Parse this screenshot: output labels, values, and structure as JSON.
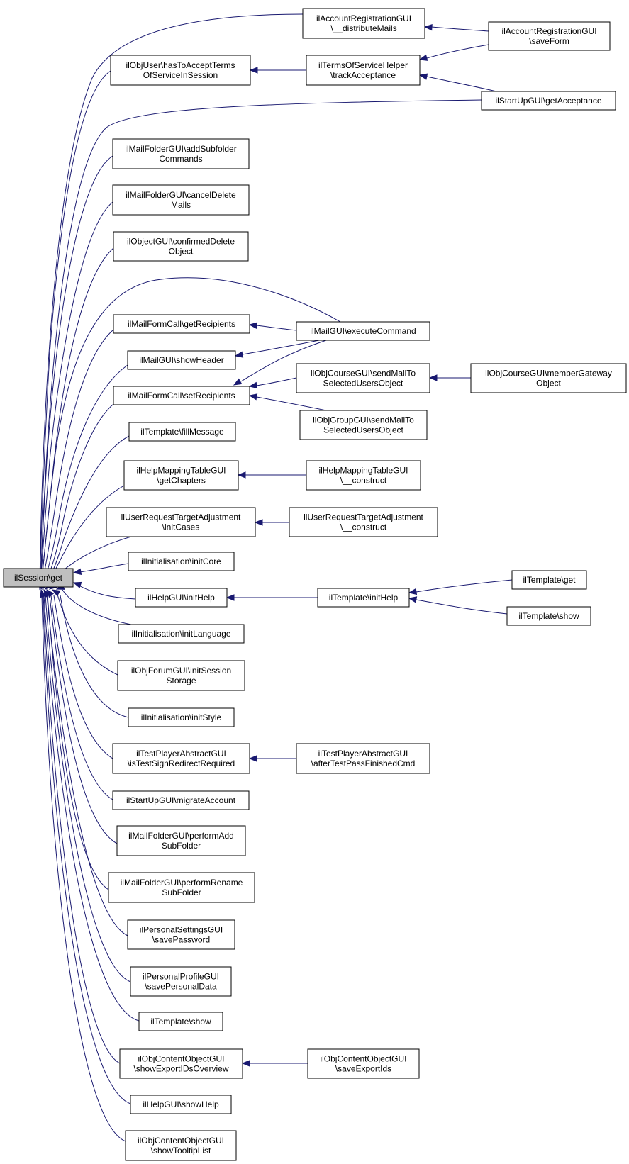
{
  "colors": {
    "edge": "#191970",
    "focus_fill": "#bfbfbf",
    "box_stroke": "#000000"
  },
  "nodes": {
    "session_get": [
      "ilSession\\get"
    ],
    "acct_distribute": [
      "ilAccountRegistrationGUI",
      "\\__distributeMails"
    ],
    "acct_saveform": [
      "ilAccountRegistrationGUI",
      "\\saveForm"
    ],
    "objuser_terms": [
      "ilObjUser\\hasToAcceptTerms",
      "OfServiceInSession"
    ],
    "tos_track": [
      "ilTermsOfServiceHelper",
      "\\trackAcceptance"
    ],
    "startup_accept": [
      "ilStartUpGUI\\getAcceptance"
    ],
    "mf_addsub": [
      "ilMailFolderGUI\\addSubfolder",
      "Commands"
    ],
    "mf_canceldel": [
      "ilMailFolderGUI\\cancelDelete",
      "Mails"
    ],
    "objgui_confirm": [
      "ilObjectGUI\\confirmedDelete",
      "Object"
    ],
    "mfc_getrec": [
      "ilMailFormCall\\getRecipients"
    ],
    "mailgui_exec": [
      "ilMailGUI\\executeCommand"
    ],
    "mailgui_header": [
      "ilMailGUI\\showHeader"
    ],
    "mfc_setrec": [
      "ilMailFormCall\\setRecipients"
    ],
    "course_sendmail": [
      "ilObjCourseGUI\\sendMailTo",
      "SelectedUsersObject"
    ],
    "course_member": [
      "ilObjCourseGUI\\memberGateway",
      "Object"
    ],
    "group_sendmail": [
      "ilObjGroupGUI\\sendMailTo",
      "SelectedUsersObject"
    ],
    "tpl_fillmsg": [
      "ilTemplate\\fillMessage"
    ],
    "helpmap_chapters": [
      "ilHelpMappingTableGUI",
      "\\getChapters"
    ],
    "helpmap_construct": [
      "ilHelpMappingTableGUI",
      "\\__construct"
    ],
    "urta_initcases": [
      "ilUserRequestTargetAdjustment",
      "\\initCases"
    ],
    "urta_construct": [
      "ilUserRequestTargetAdjustment",
      "\\__construct"
    ],
    "init_core": [
      "ilInitialisation\\initCore"
    ],
    "helpgui_inithelp": [
      "ilHelpGUI\\initHelp"
    ],
    "tpl_inithelp": [
      "ilTemplate\\initHelp"
    ],
    "tpl_get": [
      "ilTemplate\\get"
    ],
    "tpl_show_r": [
      "ilTemplate\\show"
    ],
    "init_lang": [
      "ilInitialisation\\initLanguage"
    ],
    "forum_session": [
      "ilObjForumGUI\\initSession",
      "Storage"
    ],
    "init_style": [
      "ilInitialisation\\initStyle"
    ],
    "tp_signredirect": [
      "ilTestPlayerAbstractGUI",
      "\\isTestSignRedirectRequired"
    ],
    "tp_afterpass": [
      "ilTestPlayerAbstractGUI",
      "\\afterTestPassFinishedCmd"
    ],
    "startup_migrate": [
      "ilStartUpGUI\\migrateAccount"
    ],
    "mf_performadd": [
      "ilMailFolderGUI\\performAdd",
      "SubFolder"
    ],
    "mf_performrename": [
      "ilMailFolderGUI\\performRename",
      "SubFolder"
    ],
    "ps_savepw": [
      "ilPersonalSettingsGUI",
      "\\savePassword"
    ],
    "pp_savedata": [
      "ilPersonalProfileGUI",
      "\\savePersonalData"
    ],
    "tpl_show_l": [
      "ilTemplate\\show"
    ],
    "coo_exportids": [
      "ilObjContentObjectGUI",
      "\\showExportIDsOverview"
    ],
    "coo_saveids": [
      "ilObjContentObjectGUI",
      "\\saveExportIds"
    ],
    "helpgui_showhelp": [
      "ilHelpGUI\\showHelp"
    ],
    "coo_tooltip": [
      "ilObjContentObjectGUI",
      "\\showTooltipList"
    ]
  }
}
